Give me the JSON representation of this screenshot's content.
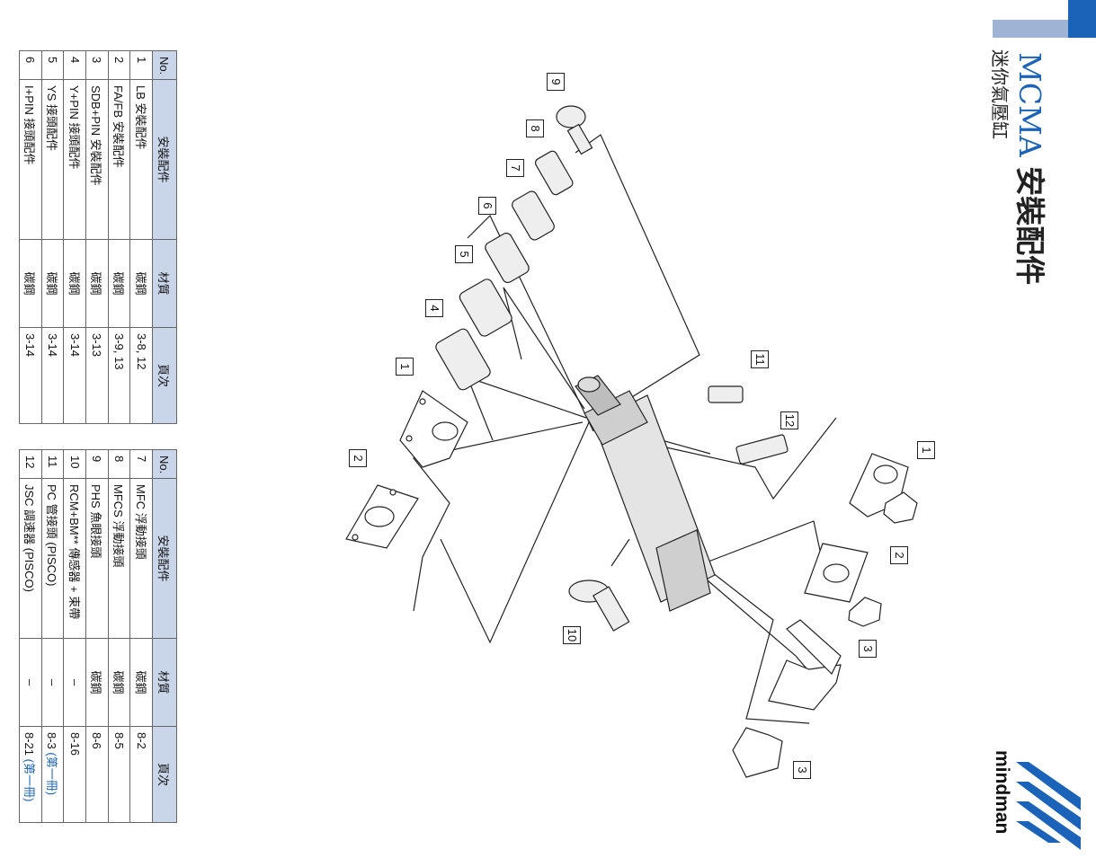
{
  "header": {
    "code": "MCMA",
    "title": "安裝配件",
    "subtitle": "迷你氣壓缸",
    "brand": "mindman",
    "accent_color": "#1b63b8",
    "header_bar_color": "#1b63b8",
    "table_header_color": "#c9d6ea"
  },
  "columns": {
    "no": "No.",
    "part": "安裝配件",
    "material": "材質",
    "page": "頁次"
  },
  "table_left": [
    {
      "no": "1",
      "part": "LB 安裝配件",
      "material": "碳鋼",
      "page": "3-8, 12"
    },
    {
      "no": "2",
      "part": "FA/FB 安裝配件",
      "material": "碳鋼",
      "page": "3-9, 13"
    },
    {
      "no": "3",
      "part": "SDB+PIN 安裝配件",
      "material": "碳鋼",
      "page": "3-13"
    },
    {
      "no": "4",
      "part": "Y+PIN 接頭配件",
      "material": "碳鋼",
      "page": "3-14"
    },
    {
      "no": "5",
      "part": "YS 接頭配件",
      "material": "碳鋼",
      "page": "3-14"
    },
    {
      "no": "6",
      "part": "I+PIN 接頭配件",
      "material": "碳鋼",
      "page": "3-14"
    }
  ],
  "table_right": [
    {
      "no": "7",
      "part": "MFC 浮動接頭",
      "material": "碳鋼",
      "page": "8-2",
      "page_ref": ""
    },
    {
      "no": "8",
      "part": "MFCS 浮動接頭",
      "material": "碳鋼",
      "page": "8-5",
      "page_ref": ""
    },
    {
      "no": "9",
      "part": "PHS 魚眼接頭",
      "material": "碳鋼",
      "page": "8-6",
      "page_ref": ""
    },
    {
      "no": "10",
      "part": "RCM+BM** 傳感器 + 束帶",
      "material": "–",
      "page": "8-16",
      "page_ref": ""
    },
    {
      "no": "11",
      "part": "PC 管接頭 (PISCO)",
      "material": "–",
      "page": "8-3",
      "page_ref": "(第一冊)"
    },
    {
      "no": "12",
      "part": "JSC 調速器 (PISCO)",
      "material": "–",
      "page": "8-21",
      "page_ref": "(第一冊)"
    }
  ],
  "callouts": [
    "9",
    "8",
    "7",
    "6",
    "5",
    "4",
    "1",
    "2",
    "11",
    "12",
    "10",
    "1",
    "2",
    "3",
    "3"
  ]
}
